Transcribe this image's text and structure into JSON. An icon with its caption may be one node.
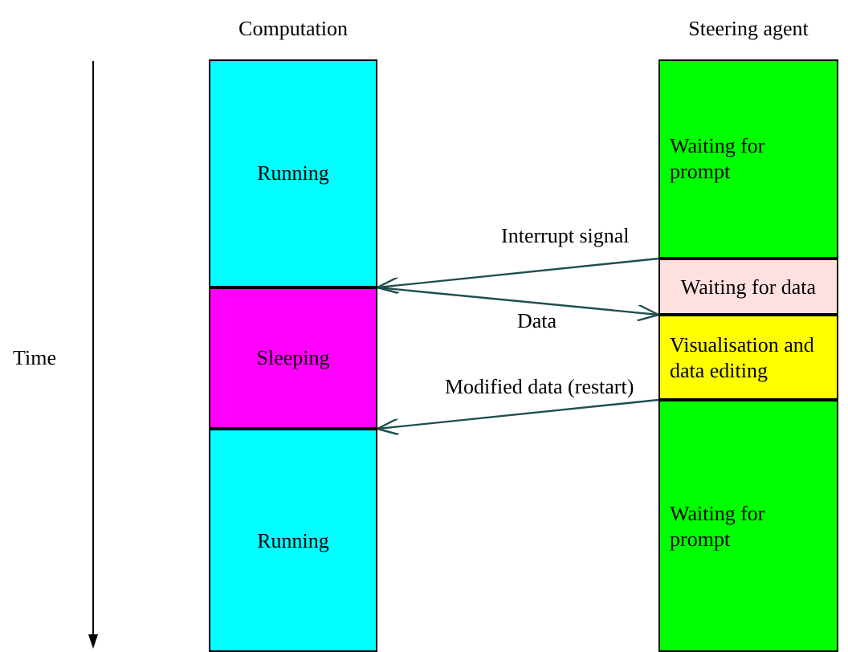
{
  "diagram": {
    "nodes": [
      {
        "text": [
          "Running"
        ]
      },
      {
        "text": [
          "Sleeping"
        ]
      },
      {
        "text": [
          "Running"
        ]
      },
      {
        "text": [
          "Waiting for prompt"
        ]
      },
      {
        "text": [
          "Waiting for data"
        ]
      },
      {
        "text": [
          "Visualisation and data editing"
        ]
      },
      {
        "text": [
          "Waiting for prompt"
        ]
      }
    ],
    "edges": [
      {
        "from": 4,
        "to": 1,
        "arrow": "to",
        "label": "Interrupt signal"
      },
      {
        "from": 1,
        "to": 5,
        "arrow": "to",
        "label": "Data"
      },
      {
        "from": 6,
        "to": 2,
        "arrow": "to",
        "label": "Modified data (restart)"
      }
    ],
    "labels": [
      "Computation",
      "Steering agent",
      "Time"
    ]
  }
}
